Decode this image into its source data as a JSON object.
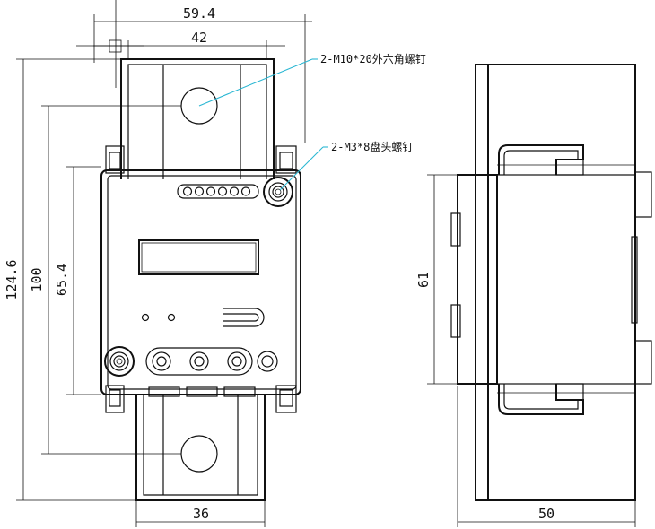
{
  "front_view": {
    "dims": {
      "overall_width": "59.4",
      "body_width": "42",
      "overall_height": "124.6",
      "hole_spacing": "100",
      "body_height": "65.4",
      "bottom_width": "36"
    },
    "callouts": {
      "hex_bolt": "2-M10*20外六角螺钉",
      "pan_screw": "2-M3*8盘头螺钉"
    }
  },
  "side_view": {
    "dims": {
      "height": "61",
      "depth": "50"
    }
  }
}
